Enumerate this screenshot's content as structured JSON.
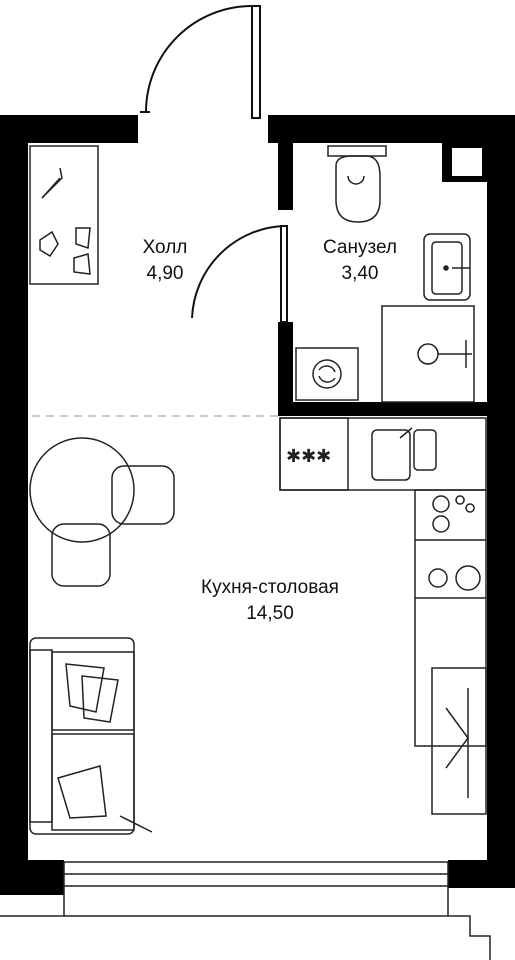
{
  "rooms": [
    {
      "id": "hall",
      "name": "Холл",
      "area": "4,90"
    },
    {
      "id": "bathroom",
      "name": "Санузел",
      "area": "3,40"
    },
    {
      "id": "kitchen",
      "name": "Кухня-столовая",
      "area": "14,50"
    }
  ],
  "colors": {
    "wall": "#000000",
    "furniture": "#222222",
    "background": "#ffffff",
    "zone_line": "#bbbbbb"
  }
}
